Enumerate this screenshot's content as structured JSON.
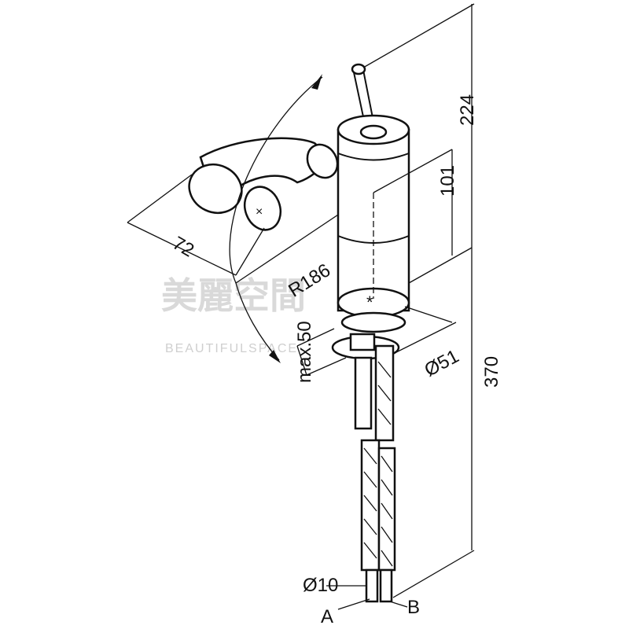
{
  "dimensions": {
    "width_72": "72",
    "radius": "R186",
    "max_50": "max.50",
    "dia_51": "Ø51",
    "height_224": "224",
    "height_101": "101",
    "height_370": "370",
    "dia_10": "Ø10",
    "label_a": "A",
    "label_b": "B"
  },
  "watermark": {
    "chinese": "美麗空間",
    "english": "BEAUTIFULSPACE"
  }
}
